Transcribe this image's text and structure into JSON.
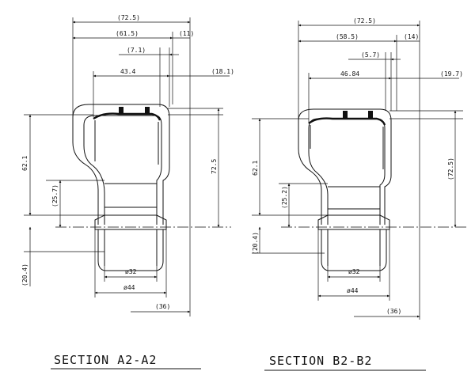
{
  "section_a": {
    "caption": "SECTION A2-A2",
    "dims": {
      "overall_width": "(72.5)",
      "width_61": "(61.5)",
      "width_11": "(11)",
      "width_7": "(7.1)",
      "width_43": "43.4",
      "width_18": "(18.1)",
      "height_62": "62.1",
      "height_72": "72.5",
      "height_25": "(25.7)",
      "height_20": "(20.4)",
      "dia_32": "ø32",
      "dia_44": "ø44",
      "width_36": "(36)"
    }
  },
  "section_b": {
    "caption": "SECTION B2-B2",
    "dims": {
      "overall_width": "(72.5)",
      "width_58": "(58.5)",
      "width_14": "(14)",
      "width_5": "(5.7)",
      "width_46": "46.84",
      "width_19": "(19.7)",
      "height_62": "62.1",
      "height_72": "(72.5)",
      "height_25": "(25.2)",
      "height_20": "(20.4)",
      "dia_32": "ø32",
      "dia_44": "ø44",
      "width_36": "(36)"
    }
  }
}
